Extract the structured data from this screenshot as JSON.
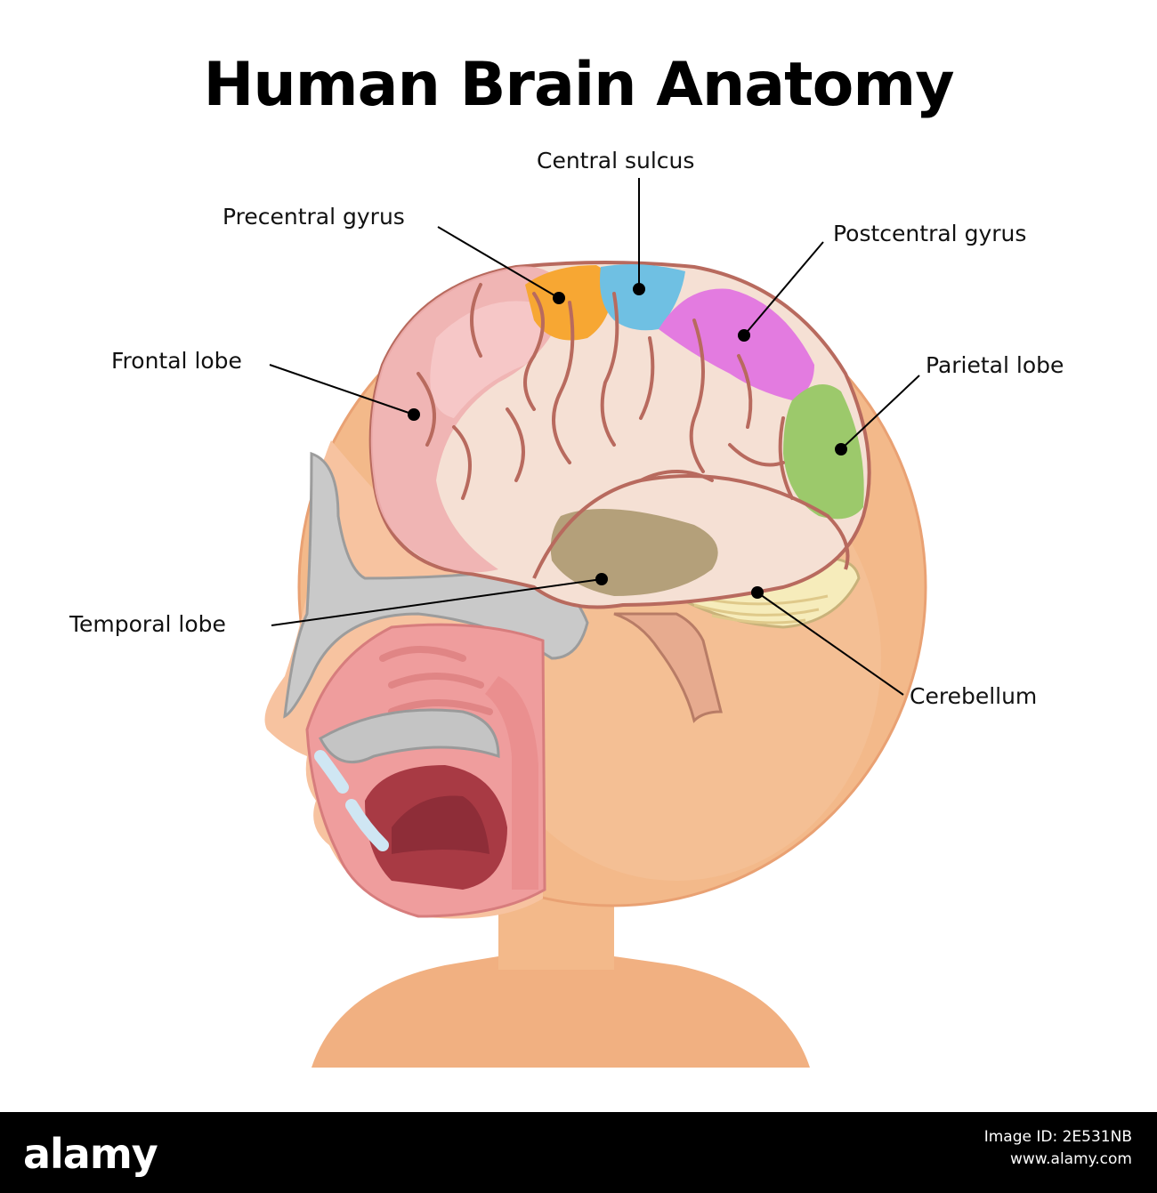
{
  "title": "Human Brain Anatomy",
  "labels": {
    "central_sulcus": "Central sulcus",
    "precentral_gyrus": "Precentral gyrus",
    "postcentral_gyrus": "Postcentral gyrus",
    "frontal_lobe": "Frontal lobe",
    "parietal_lobe": "Parietal lobe",
    "temporal_lobe": "Temporal lobe",
    "cerebellum": "Cerebellum"
  },
  "footer": {
    "logo": "alamy",
    "image_id": "Image ID: 2E531NB",
    "site": "www.alamy.com"
  },
  "colors": {
    "skin": "#f3b98a",
    "skin_light": "#f8cda8",
    "brain_pink": "#f2c9c2",
    "precentral": "#f7a733",
    "central_sulcus": "#6fc0e3",
    "postcentral": "#e37be0",
    "parietal": "#9cc96b",
    "temporal": "#a8946a",
    "cerebellum": "#f6ecbb",
    "outline": "#b86a5e"
  }
}
